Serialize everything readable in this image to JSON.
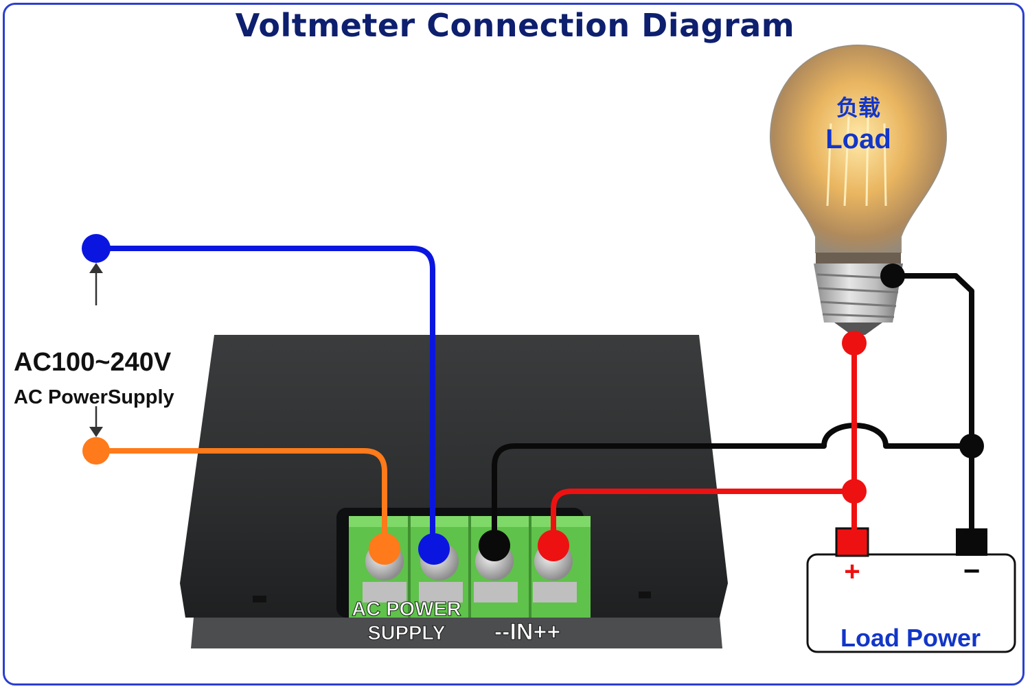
{
  "title": "Voltmeter Connection Diagram",
  "source": {
    "voltage": "AC100~240V",
    "description": "AC PowerSupply"
  },
  "device": {
    "terminal_label_line1": "AC POWER",
    "terminal_label_line2": "SUPPLY",
    "input_label": "--IN++"
  },
  "load": {
    "label_cn": "负载",
    "label_en": "Load"
  },
  "battery": {
    "label": "Load Power",
    "plus": "+",
    "minus": "−"
  },
  "colors": {
    "frame": "#2a3fd0",
    "title": "#0d1f6e",
    "wire_blue": "#0a16e0",
    "wire_orange": "#ff7a1a",
    "wire_black": "#0a0a0a",
    "wire_red": "#ee1111",
    "terminal_green": "#5fc24a",
    "device_body": "#2b2d2e",
    "label_blue": "#1236c8"
  }
}
